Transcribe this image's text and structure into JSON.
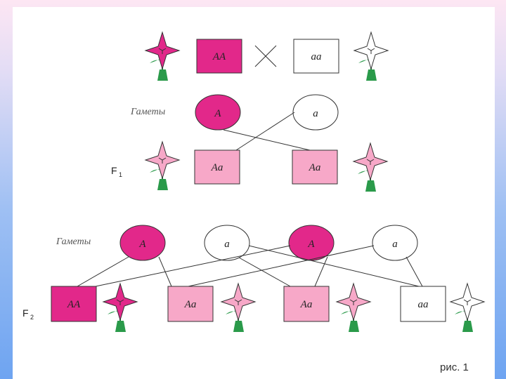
{
  "colors": {
    "dominant": "#e2288a",
    "hybrid": "#f7a8c8",
    "recessive": "#ffffff",
    "stem": "#2a9a4a",
    "line": "#333333"
  },
  "labels": {
    "gametes_1": "Гаметы",
    "gametes_2": "Гаметы",
    "f1": "F",
    "f1_sub": "1",
    "f2": "F",
    "f2_sub": "2",
    "caption": "рис. 1"
  },
  "icons": {
    "cross": "cross-icon",
    "flower": "flower-icon"
  },
  "parents": {
    "p1_genotype": "AA",
    "p2_genotype": "aa"
  },
  "gametes_p": {
    "g1": "A",
    "g2": "a"
  },
  "f1": {
    "o1": "Aa",
    "o2": "Aa"
  },
  "gametes_f1": {
    "g1": "A",
    "g2": "a",
    "g3": "A",
    "g4": "a"
  },
  "f2": {
    "o1": "AA",
    "o2": "Aa",
    "o3": "Aa",
    "o4": "aa"
  }
}
